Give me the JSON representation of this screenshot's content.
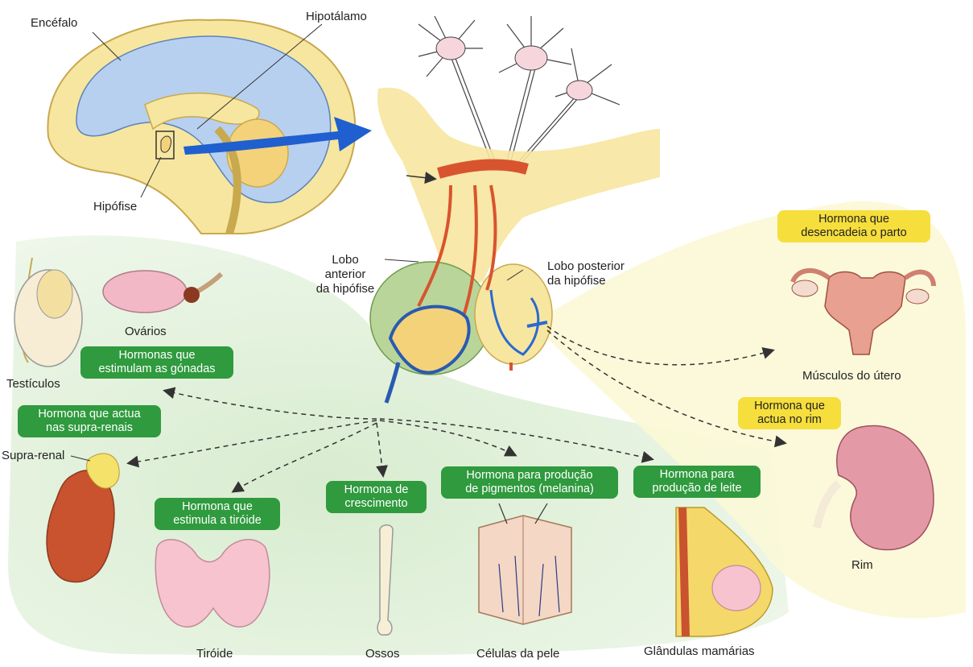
{
  "labels": {
    "encefalo": "Encéfalo",
    "hipotalamo": "Hipotálamo",
    "hipofise": "Hipófise",
    "lobo_anterior": [
      "Lobo",
      "anterior",
      "da hipófise"
    ],
    "lobo_posterior": [
      "Lobo posterior",
      "da hipófise"
    ],
    "testiculos": "Testículos",
    "ovarios": "Ovários",
    "supra_renal": "Supra-renal",
    "tiroide": "Tiróide",
    "ossos": "Ossos",
    "celulas_pele": "Células da pele",
    "glandulas_mamarias": "Glândulas mamárias",
    "musculos_utero": "Músculos do útero",
    "rim": "Rim"
  },
  "hormone_boxes": {
    "gonadas": [
      "Hormonas que",
      "estimulam as gónadas"
    ],
    "supra_renais": [
      "Hormona que actua",
      "nas supra-renais"
    ],
    "tiroide": [
      "Hormona que",
      "estimula a tiróide"
    ],
    "crescimento": [
      "Hormona de",
      "crescimento"
    ],
    "pigmentos": [
      "Hormona para produção",
      "de pigmentos (melanina)"
    ],
    "leite": [
      "Hormona para",
      "produção de leite"
    ],
    "parto": [
      "Hormona que",
      "desencadeia o parto"
    ],
    "rim": [
      "Hormona que",
      "actua no rim"
    ]
  },
  "colors": {
    "green_box": "#2f9a3e",
    "yellow_box": "#f6de3c",
    "green_bg": "#e4f2de",
    "yellow_bg": "#fbf8d6",
    "arrow_blue": "#1f5fd0",
    "brain_blue": "#b7d0ef",
    "bone_yellow": "#f7e6a0"
  }
}
